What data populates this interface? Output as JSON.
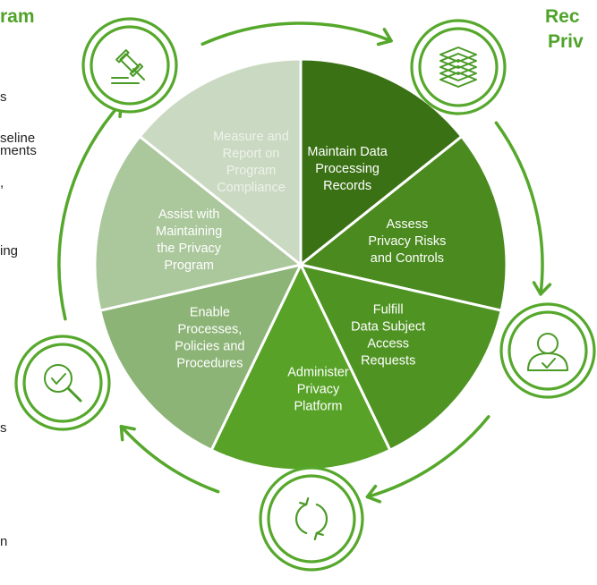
{
  "left_column": {
    "heading": "ram",
    "fragments": [
      "s",
      "seline",
      "ments",
      ",",
      "ing",
      "s",
      "n"
    ]
  },
  "right_column": {
    "heading_line1": "Rec",
    "heading_line2": "Priv"
  },
  "wheel": {
    "segments": [
      {
        "id": "maintain-records",
        "lines": [
          "Maintain Data",
          "Processing",
          "Records"
        ],
        "color": "#3b7115",
        "text_color": "#ffffff"
      },
      {
        "id": "assess-risks",
        "lines": [
          "Assess",
          "Privacy Risks",
          "and Controls"
        ],
        "color": "#4a8a1e",
        "text_color": "#ffffff"
      },
      {
        "id": "fulfill-requests",
        "lines": [
          "Fulfill",
          "Data Subject",
          "Access",
          "Requests"
        ],
        "color": "#4f9322",
        "text_color": "#ffffff"
      },
      {
        "id": "administer-platform",
        "lines": [
          "Administer",
          "Privacy",
          "Platform"
        ],
        "color": "#57a227",
        "text_color": "#ffffff"
      },
      {
        "id": "enable-processes",
        "lines": [
          "Enable",
          "Processes,",
          "Policies and",
          "Procedures"
        ],
        "color": "#8db477",
        "text_color": "#ffffff"
      },
      {
        "id": "assist-program",
        "lines": [
          "Assist with",
          "Maintaining",
          "the Privacy",
          "Program"
        ],
        "color": "#abc79c",
        "text_color": "#ffffff"
      },
      {
        "id": "measure-report",
        "lines": [
          "Measure and",
          "Report on",
          "Program",
          "Compliance"
        ],
        "color": "#cad9c1",
        "text_color": "#eef3ea"
      }
    ]
  },
  "icons": [
    {
      "id": "gavel",
      "name": "gavel-icon"
    },
    {
      "id": "layers",
      "name": "layers-icon"
    },
    {
      "id": "person",
      "name": "user-check-icon"
    },
    {
      "id": "refresh",
      "name": "refresh-icon"
    },
    {
      "id": "search",
      "name": "search-check-icon"
    }
  ],
  "colors": {
    "accent": "#4fa32a",
    "ring": "#56a82c",
    "icon": "#4a9a26"
  }
}
